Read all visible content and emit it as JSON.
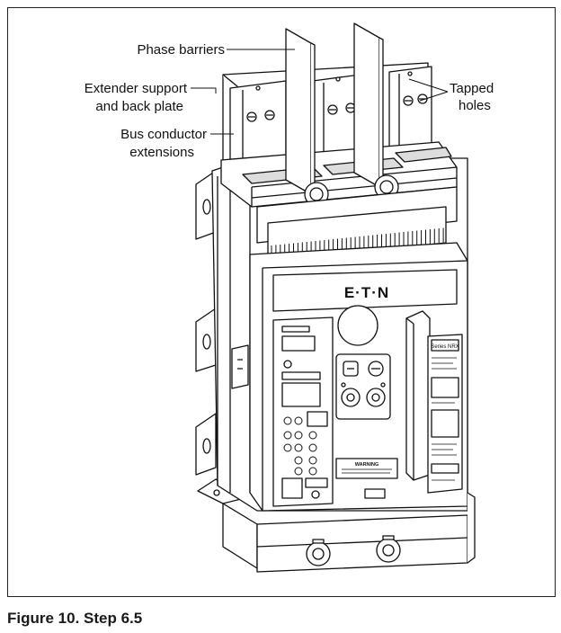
{
  "figure": {
    "caption": "Figure 10. Step 6.5"
  },
  "callouts": {
    "phase_barriers": "Phase barriers",
    "extender_support_line1": "Extender support",
    "extender_support_line2": "and back plate",
    "tapped_holes_line1": "Tapped",
    "tapped_holes_line2": "holes",
    "bus_conductor_line1": "Bus conductor",
    "bus_conductor_line2": "extensions"
  },
  "breaker": {
    "brand_logo": "E·T·N",
    "series_label": "Series NRX",
    "warning_label": "WARNING"
  }
}
